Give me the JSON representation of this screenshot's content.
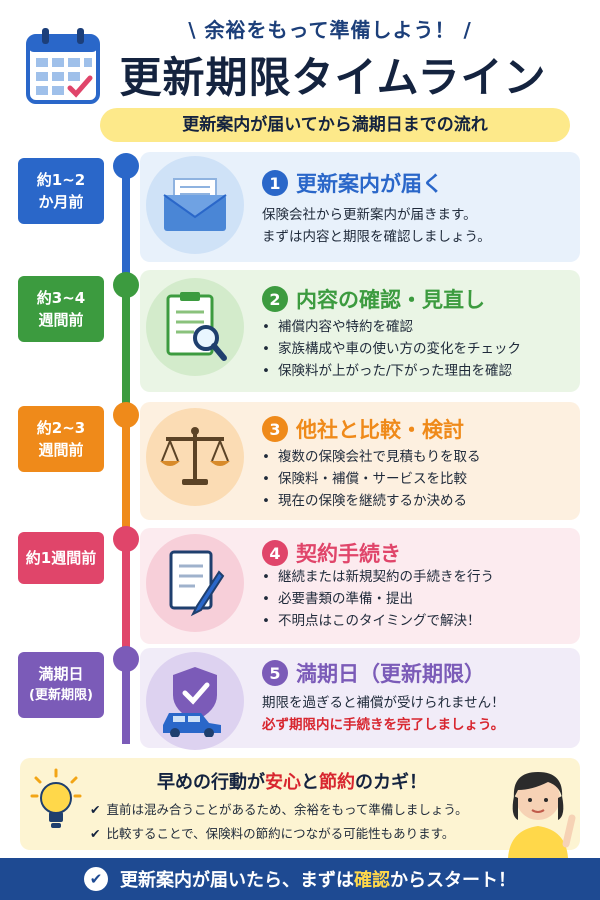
{
  "header": {
    "pre_title": "余裕をもって準備しよう！",
    "title": "更新期限タイムライン",
    "subtitle": "更新案内が届いてから満期日までの流れ"
  },
  "steps": [
    {
      "period_lines": [
        "約1~2",
        "か月前"
      ],
      "num": "1",
      "title": "更新案内が届く",
      "color": "#2a67c9",
      "card_bg": "#e8f1fb",
      "icon": "envelope-icon",
      "text": [
        "保険会社から更新案内が届きます。",
        "まずは内容と期限を確認しましょう。"
      ]
    },
    {
      "period_lines": [
        "約3~4",
        "週間前"
      ],
      "num": "2",
      "title": "内容の確認・見直し",
      "color": "#3c9b3f",
      "card_bg": "#eaf5e5",
      "icon": "clipboard-magnifier-icon",
      "bullets": [
        "補償内容や特約を確認",
        "家族構成や車の使い方の変化をチェック",
        "保険料が上がった/下がった理由を確認"
      ]
    },
    {
      "period_lines": [
        "約2~3",
        "週間前"
      ],
      "num": "3",
      "title": "他社と比較・検討",
      "color": "#ef8a1a",
      "card_bg": "#fdf0e0",
      "icon": "scale-icon",
      "bullets": [
        "複数の保険会社で見積もりを取る",
        "保険料・補償・サービスを比較",
        "現在の保険を継続するか決める"
      ]
    },
    {
      "period_lines": [
        "約1週間前"
      ],
      "num": "4",
      "title": "契約手続き",
      "color": "#e0456a",
      "card_bg": "#fcebef",
      "icon": "document-pen-icon",
      "bullets": [
        "継続または新規契約の手続きを行う",
        "必要書類の準備・提出",
        "不明点はこのタイミングで解決！"
      ]
    },
    {
      "period_lines": [
        "満期日",
        "(更新期限)"
      ],
      "num": "5",
      "title": "満期日（更新期限）",
      "color": "#7b5bb8",
      "card_bg": "#f1ecf8",
      "icon": "shield-car-icon",
      "text": [
        "期限を過ぎると補償が受けられません！"
      ],
      "warning": "必ず期限内に手続きを完了しましょう。"
    }
  ],
  "tip": {
    "title_pre": "早めの行動が",
    "title_hl1": "安心",
    "title_mid": "と",
    "title_hl2": "節約",
    "title_post": "のカギ！",
    "items": [
      "直前は混み合うことがあるため、余裕をもって準備しましょう。",
      "比較することで、保険料の節約につながる可能性もあります。"
    ]
  },
  "footer": {
    "pre": "更新案内が届いたら、まずは",
    "hl": "確認",
    "post": "からスタート！"
  }
}
